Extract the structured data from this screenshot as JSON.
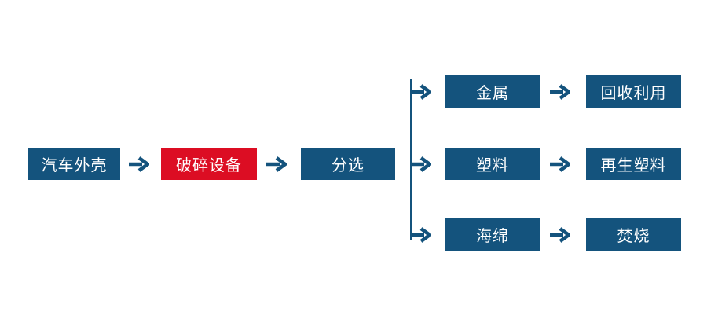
{
  "colors": {
    "primary": "#14537d",
    "accent": "#dc0d23",
    "node_text": "#ffffff",
    "background": "#ffffff"
  },
  "flow": {
    "main": [
      {
        "label": "汽车外壳"
      },
      {
        "label": "破碎设备"
      },
      {
        "label": "分选"
      }
    ],
    "branches": [
      {
        "output": "金属",
        "result": "回收利用"
      },
      {
        "output": "塑料",
        "result": "再生塑料"
      },
      {
        "output": "海绵",
        "result": "焚烧"
      }
    ]
  }
}
